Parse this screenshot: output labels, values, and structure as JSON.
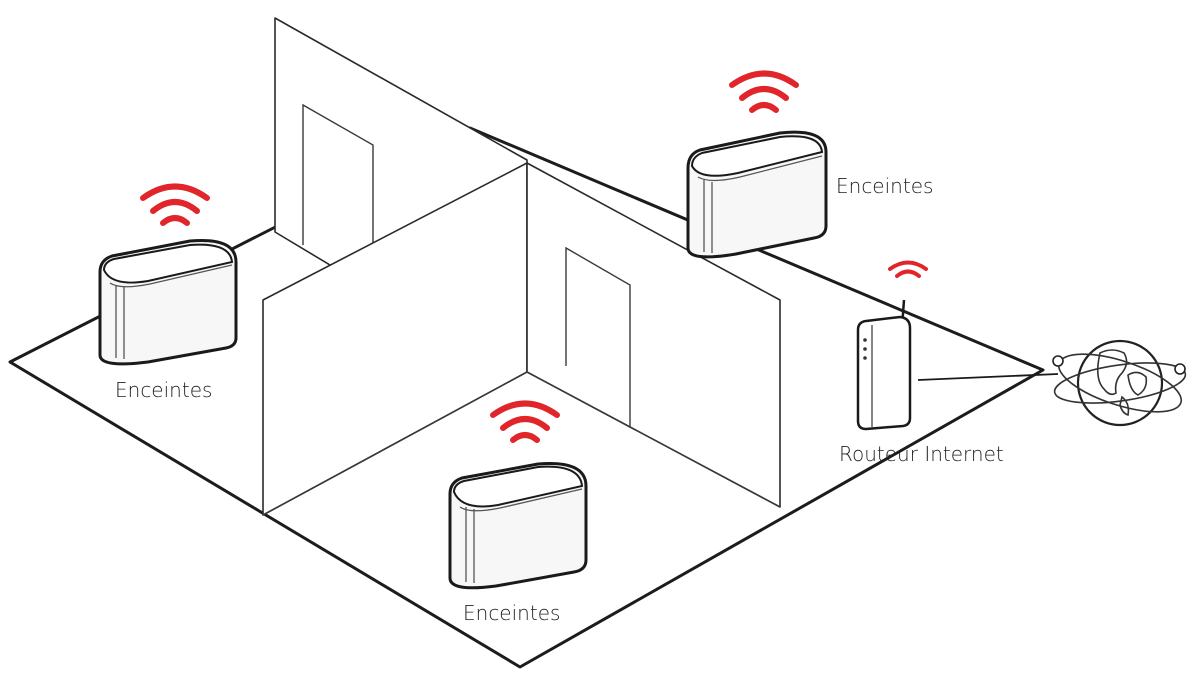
{
  "labels": {
    "speaker_left": "Enceintes",
    "speaker_top_right": "Enceintes",
    "speaker_bottom": "Enceintes",
    "router": "Routeur Internet"
  },
  "colors": {
    "wifi_signal": "#e0262b",
    "outline": "#1c1c1c",
    "background": "#ffffff"
  },
  "icons": [
    "wifi-signal-icon",
    "speaker-icon",
    "router-icon",
    "globe-icon"
  ]
}
